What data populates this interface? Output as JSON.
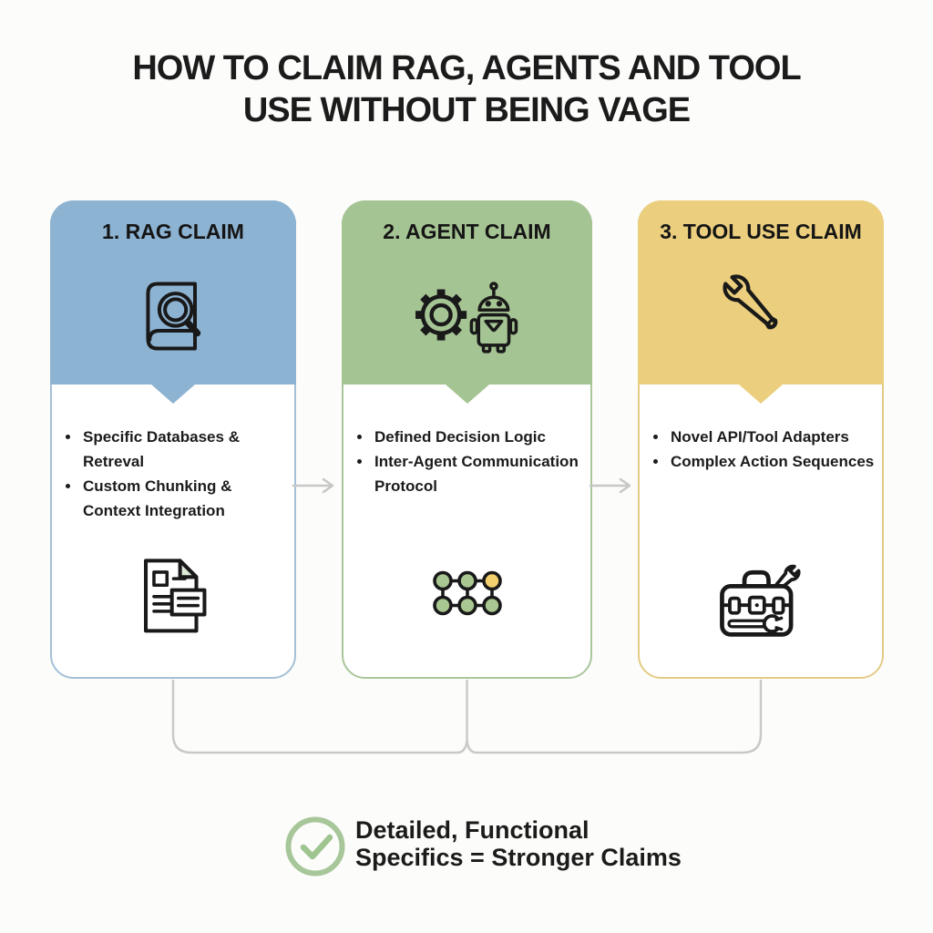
{
  "title": {
    "line1": "HOW TO CLAIM RAG, AGENTS AND TOOL",
    "line2": "USE WITHOUT BEING VAGE"
  },
  "cards": [
    {
      "title": "1. RAG CLAIM",
      "theme_color": "#8db3d2",
      "border_color": "#a3c0d8",
      "header_icon": "book-magnifier-icon",
      "bullets": [
        "Specific Databases & Retreval",
        "Custom Chunking &\nContext Integration"
      ],
      "footer_icon": "document-icon"
    },
    {
      "title": "2. AGENT CLAIM",
      "theme_color": "#a5c493",
      "border_color": "#a9c79b",
      "header_icon": "gear-robot-icon",
      "bullets": [
        "Defined Decision Logic",
        "Inter-Agent Communication\nProtocol"
      ],
      "footer_icon": "network-nodes-icon"
    },
    {
      "title": "3. TOOL USE CLAIM",
      "theme_color": "#ebcf7e",
      "border_color": "#e3cb85",
      "header_icon": "wrench-icon",
      "bullets": [
        "Novel API/Tool Adapters",
        "Complex Action Sequences"
      ],
      "footer_icon": "toolbox-icon"
    }
  ],
  "connectors": {
    "arrow_color": "#c7c7c7",
    "line_color": "#c9c9c9"
  },
  "footer": {
    "line1": "Detailed, Functional",
    "line2": "Specifics = Stronger Claims",
    "check_color": "#a7c79a",
    "check_icon": "checkmark-circle-icon"
  },
  "icon_colors": {
    "stroke": "#191919",
    "fold_fill": "#dcead8",
    "node_green": "#a9c791",
    "node_yellow": "#f2d06e"
  }
}
